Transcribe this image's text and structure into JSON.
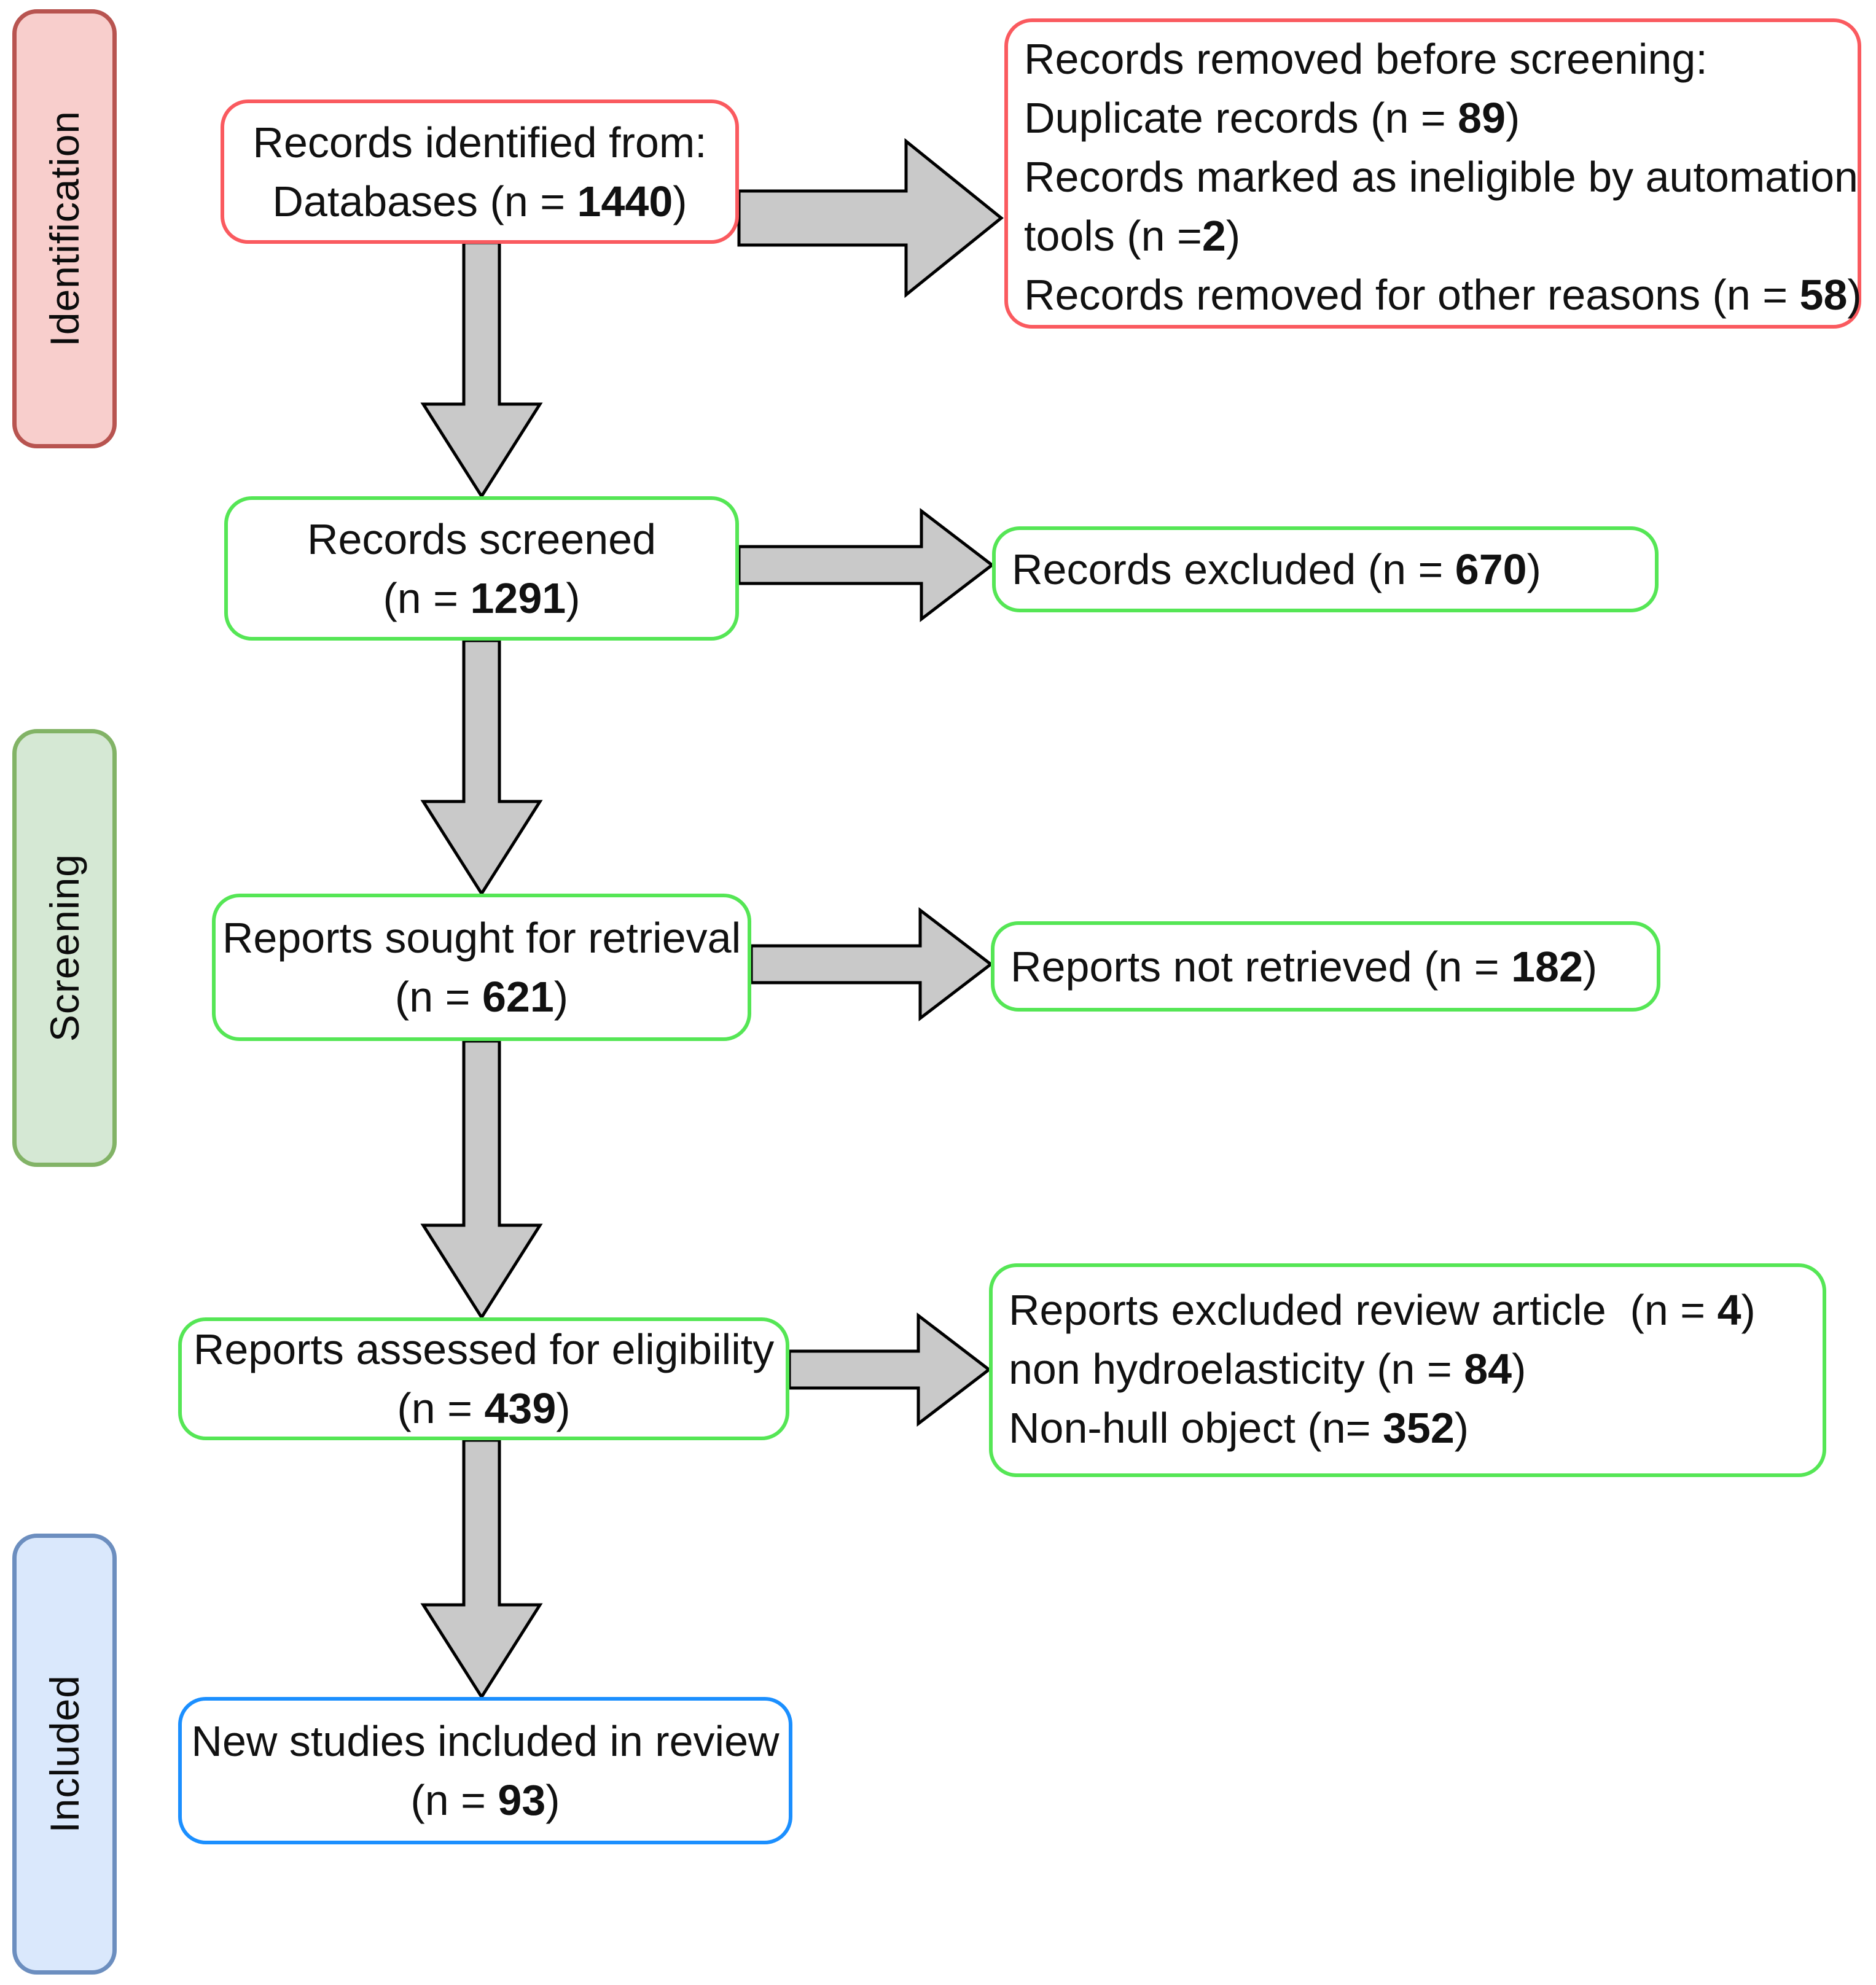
{
  "colors": {
    "accent_red": "#fa5a5f",
    "accent_green": "#55e655",
    "accent_blue": "#1b8fff",
    "sidebar_red_fill": "#f8cecc",
    "sidebar_red_border": "#b85450",
    "sidebar_green_fill": "#d5e8d4",
    "sidebar_green_border": "#82b366",
    "sidebar_blue_fill": "#dae8fc",
    "sidebar_blue_border": "#6c8ebf",
    "arrow_fill": "#c9c9c9",
    "arrow_stroke": "#000000"
  },
  "stages": [
    {
      "id": "identification",
      "label": "Identification"
    },
    {
      "id": "screening",
      "label": "Screening"
    },
    {
      "id": "included",
      "label": "Included"
    }
  ],
  "flow_boxes": {
    "identified": {
      "lines": [
        [
          {
            "t": "Records identified from:"
          }
        ],
        [
          {
            "t": "Databases (n = "
          },
          {
            "t": "1440",
            "b": true
          },
          {
            "t": ")"
          }
        ]
      ]
    },
    "removed": {
      "lines": [
        [
          {
            "t": "Records removed before screening:"
          }
        ],
        [
          {
            "t": "Duplicate records (n = "
          },
          {
            "t": "89",
            "b": true
          },
          {
            "t": ")"
          }
        ],
        [
          {
            "t": "Records marked as ineligible by automation"
          }
        ],
        [
          {
            "t": "tools (n ="
          },
          {
            "t": "2",
            "b": true
          },
          {
            "t": ")"
          }
        ],
        [
          {
            "t": "Records removed for other reasons (n = "
          },
          {
            "t": "58",
            "b": true
          },
          {
            "t": ")"
          }
        ]
      ]
    },
    "screened": {
      "lines": [
        [
          {
            "t": "Records screened"
          }
        ],
        [
          {
            "t": "(n = "
          },
          {
            "t": "1291",
            "b": true
          },
          {
            "t": ")"
          }
        ]
      ]
    },
    "excluded": {
      "lines": [
        [
          {
            "t": "Records excluded (n = "
          },
          {
            "t": "670",
            "b": true
          },
          {
            "t": ")"
          }
        ]
      ]
    },
    "sought": {
      "lines": [
        [
          {
            "t": "Reports sought for retrieval"
          }
        ],
        [
          {
            "t": "(n = "
          },
          {
            "t": "621",
            "b": true
          },
          {
            "t": ")"
          }
        ]
      ]
    },
    "not_retrieved": {
      "lines": [
        [
          {
            "t": "Reports not retrieved (n = "
          },
          {
            "t": "182",
            "b": true
          },
          {
            "t": ")"
          }
        ]
      ]
    },
    "assessed": {
      "lines": [
        [
          {
            "t": "Reports assessed for eligibility"
          }
        ],
        [
          {
            "t": "(n = "
          },
          {
            "t": "439",
            "b": true
          },
          {
            "t": ")"
          }
        ]
      ]
    },
    "reports_excluded": {
      "lines": [
        [
          {
            "t": "Reports excluded review article  (n = "
          },
          {
            "t": "4",
            "b": true
          },
          {
            "t": ")"
          }
        ],
        [
          {
            "t": "non hydroelasticity (n = "
          },
          {
            "t": "84",
            "b": true
          },
          {
            "t": ")"
          }
        ],
        [
          {
            "t": "Non-hull object (n= "
          },
          {
            "t": "352",
            "b": true
          },
          {
            "t": ")"
          }
        ]
      ]
    },
    "new_included": {
      "lines": [
        [
          {
            "t": "New studies included in review"
          }
        ],
        [
          {
            "t": "(n = "
          },
          {
            "t": "93",
            "b": true
          },
          {
            "t": ")"
          }
        ]
      ]
    }
  }
}
